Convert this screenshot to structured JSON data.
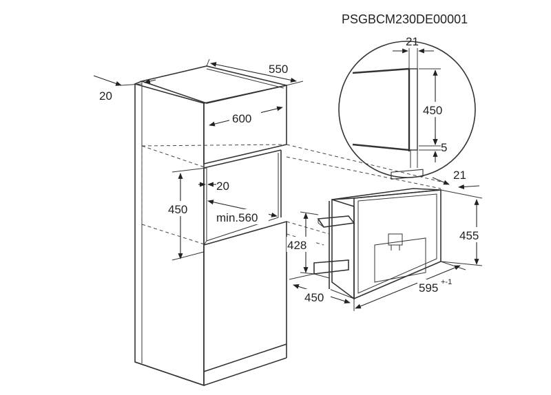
{
  "model_code": "PSGBCM230DE00001",
  "cabinet": {
    "top_depth": "550",
    "side_panel": "20",
    "width": "600",
    "niche_height": "450",
    "niche_side": "20",
    "niche_depth": "min.560"
  },
  "detail": {
    "gap": "21",
    "height": "450",
    "bottom": "5"
  },
  "appliance": {
    "front_offset": "21",
    "height": "455",
    "inner_height": "428",
    "depth": "450",
    "width": "595",
    "width_tolerance": "+-1"
  }
}
